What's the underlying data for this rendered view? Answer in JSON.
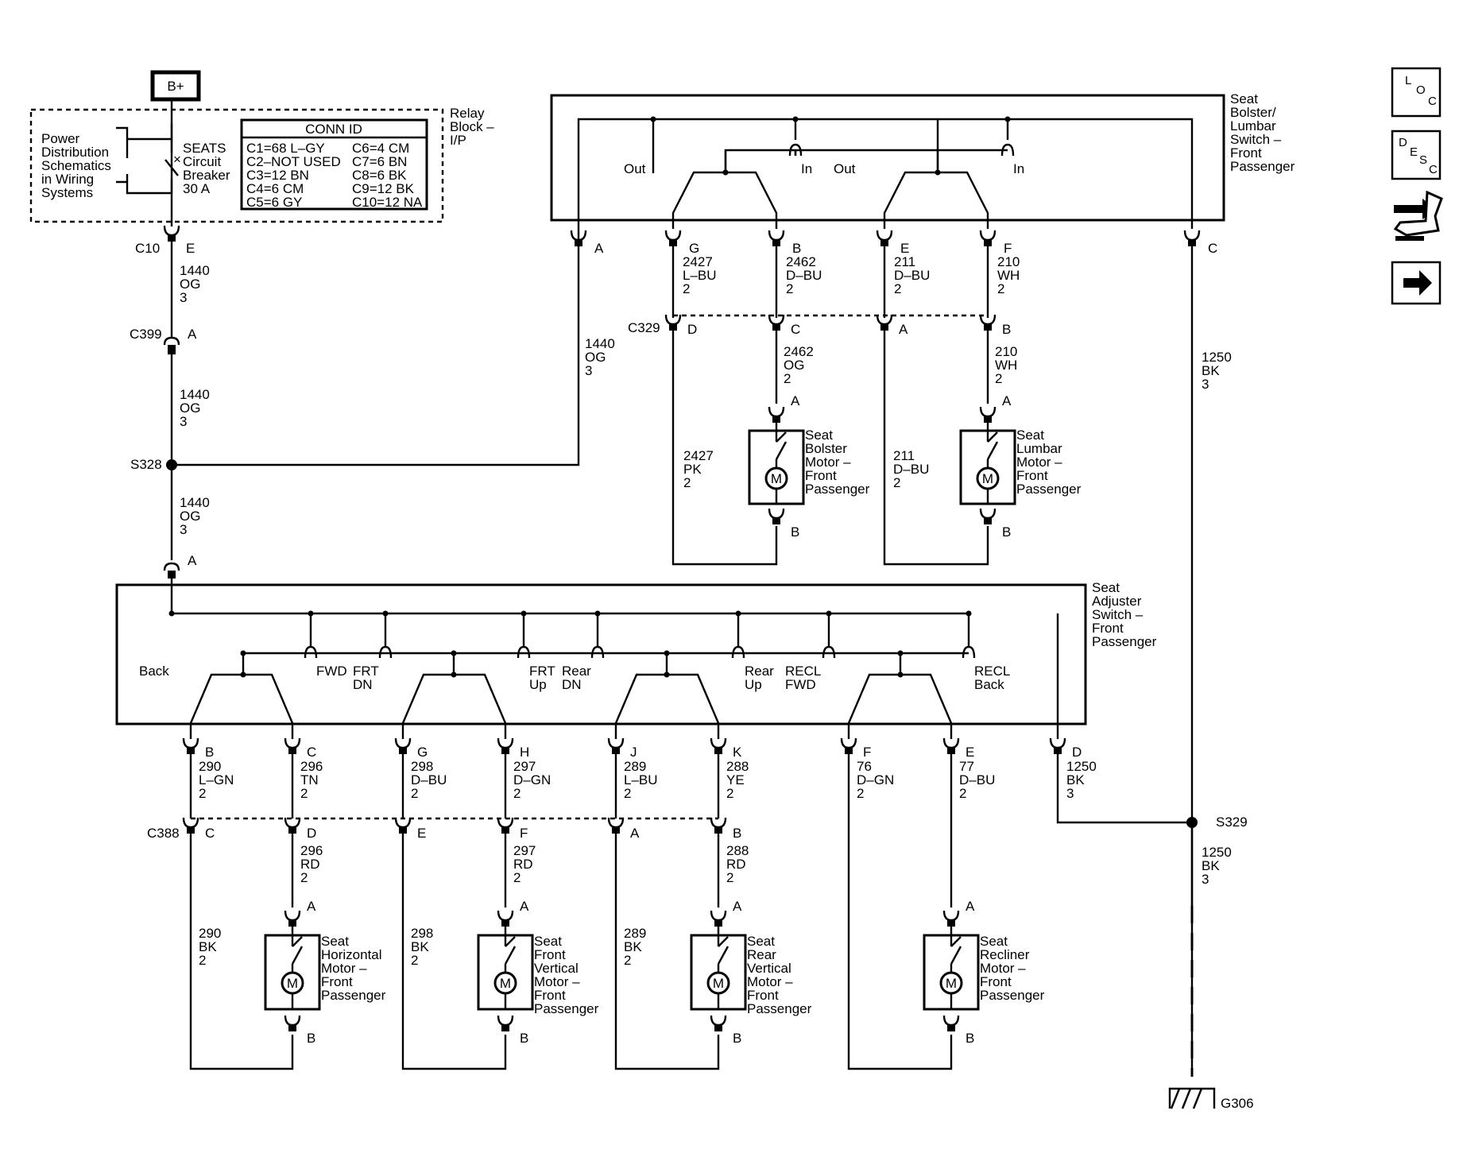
{
  "power_source": "B+",
  "relay_block": {
    "label": [
      "Relay",
      "Block –",
      "I/P"
    ],
    "note": [
      "Power",
      "Distribution",
      "Schematics",
      "in Wiring",
      "Systems"
    ],
    "breaker": [
      "SEATS",
      "Circuit",
      "Breaker",
      "30 A"
    ]
  },
  "conn_id": {
    "title": "CONN ID",
    "left": [
      "C1=68 L–GY",
      "C2–NOT USED",
      "C3=12 BN",
      "C4=6 CM",
      "C5=6 GY"
    ],
    "right": [
      "C6=4 CM",
      "C7=6 BN",
      "C8=6 BK",
      "C9=12 BK",
      "C10=12 NA"
    ]
  },
  "connectors": {
    "c10": "C10",
    "c10_pin": "E",
    "c399": "C399",
    "c399_pin": "A",
    "s328": "S328",
    "adj_pin": "A",
    "c329": "C329",
    "c388": "C388",
    "s329": "S329",
    "g306": "G306"
  },
  "circuits": {
    "w1440_a": [
      "1440",
      "OG",
      "3"
    ],
    "w1440_b": [
      "1440",
      "OG",
      "3"
    ],
    "w1440_c": [
      "1440",
      "OG",
      "3"
    ],
    "w1440_d": [
      "1440",
      "OG",
      "3"
    ],
    "w1250_top": [
      "1250",
      "BK",
      "3"
    ],
    "w1250_bot": [
      "1250",
      "BK",
      "3"
    ],
    "w1250_d": [
      "1250",
      "BK",
      "3"
    ]
  },
  "bolster_switch": {
    "label": [
      "Seat",
      "Bolster/",
      "Lumbar",
      "Switch –",
      "Front",
      "Passenger"
    ],
    "contacts": [
      "Out",
      "In",
      "Out",
      "In"
    ],
    "pins": [
      {
        "pin": "A"
      },
      {
        "pin": "G",
        "wire": [
          "2427",
          "L–BU",
          "2"
        ]
      },
      {
        "pin": "B",
        "wire": [
          "2462",
          "D–BU",
          "2"
        ]
      },
      {
        "pin": "E",
        "wire": [
          "211",
          "D–BU",
          "2"
        ]
      },
      {
        "pin": "F",
        "wire": [
          "210",
          "WH",
          "2"
        ]
      },
      {
        "pin": "C"
      }
    ],
    "c329_pins": [
      "D",
      "C",
      "A",
      "B"
    ],
    "lower_wires": {
      "w2462": [
        "2462",
        "OG",
        "2"
      ],
      "w210": [
        "210",
        "WH",
        "2"
      ],
      "w2427": [
        "2427",
        "PK",
        "2"
      ],
      "w211": [
        "211",
        "D–BU",
        "2"
      ]
    }
  },
  "bolster_motors": [
    {
      "label": [
        "Seat",
        "Bolster",
        "Motor –",
        "Front",
        "Passenger"
      ],
      "top_pin": "A",
      "bottom_pin": "B",
      "symbol": "M"
    },
    {
      "label": [
        "Seat",
        "Lumbar",
        "Motor –",
        "Front",
        "Passenger"
      ],
      "top_pin": "A",
      "bottom_pin": "B",
      "symbol": "M"
    }
  ],
  "adjuster_switch": {
    "label": [
      "Seat",
      "Adjuster",
      "Switch –",
      "Front",
      "Passenger"
    ],
    "contacts": [
      {
        "text": [
          "Back"
        ]
      },
      {
        "text": [
          "FWD"
        ]
      },
      {
        "text": [
          "FRT",
          "DN"
        ]
      },
      {
        "text": [
          "FRT",
          "Up"
        ]
      },
      {
        "text": [
          "Rear",
          "DN"
        ]
      },
      {
        "text": [
          "Rear",
          "Up"
        ]
      },
      {
        "text": [
          "RECL",
          "FWD"
        ]
      },
      {
        "text": [
          "RECL",
          "Back"
        ]
      }
    ],
    "pins": [
      {
        "pin": "B",
        "wire": [
          "290",
          "L–GN",
          "2"
        ]
      },
      {
        "pin": "C",
        "wire": [
          "296",
          "TN",
          "2"
        ]
      },
      {
        "pin": "G",
        "wire": [
          "298",
          "D–BU",
          "2"
        ]
      },
      {
        "pin": "H",
        "wire": [
          "297",
          "D–GN",
          "2"
        ]
      },
      {
        "pin": "J",
        "wire": [
          "289",
          "L–BU",
          "2"
        ]
      },
      {
        "pin": "K",
        "wire": [
          "288",
          "YE",
          "2"
        ]
      },
      {
        "pin": "F",
        "wire": [
          "76",
          "D–GN",
          "2"
        ]
      },
      {
        "pin": "E",
        "wire": [
          "77",
          "D–BU",
          "2"
        ]
      },
      {
        "pin": "D"
      }
    ],
    "c388_pins": [
      "C",
      "D",
      "E",
      "F",
      "A",
      "B"
    ],
    "lower_wires": {
      "w296": [
        "296",
        "RD",
        "2"
      ],
      "w297": [
        "297",
        "RD",
        "2"
      ],
      "w288": [
        "288",
        "RD",
        "2"
      ],
      "w290": [
        "290",
        "BK",
        "2"
      ],
      "w298": [
        "298",
        "BK",
        "2"
      ],
      "w289": [
        "289",
        "BK",
        "2"
      ]
    }
  },
  "adjuster_motors": [
    {
      "label": [
        "Seat",
        "Horizontal",
        "Motor –",
        "Front",
        "Passenger"
      ],
      "top_pin": "A",
      "bottom_pin": "B",
      "symbol": "M"
    },
    {
      "label": [
        "Seat",
        "Front",
        "Vertical",
        "Motor –",
        "Front",
        "Passenger"
      ],
      "top_pin": "A",
      "bottom_pin": "B",
      "symbol": "M"
    },
    {
      "label": [
        "Seat",
        "Rear",
        "Vertical",
        "Motor –",
        "Front",
        "Passenger"
      ],
      "top_pin": "A",
      "bottom_pin": "B",
      "symbol": "M"
    },
    {
      "label": [
        "Seat",
        "Recliner",
        "Motor –",
        "Front",
        "Passenger"
      ],
      "top_pin": "A",
      "bottom_pin": "B",
      "symbol": "M"
    }
  ],
  "nav": {
    "loc": [
      "L",
      "O",
      "C"
    ],
    "desc": [
      "D",
      "E",
      "S",
      "C"
    ]
  }
}
